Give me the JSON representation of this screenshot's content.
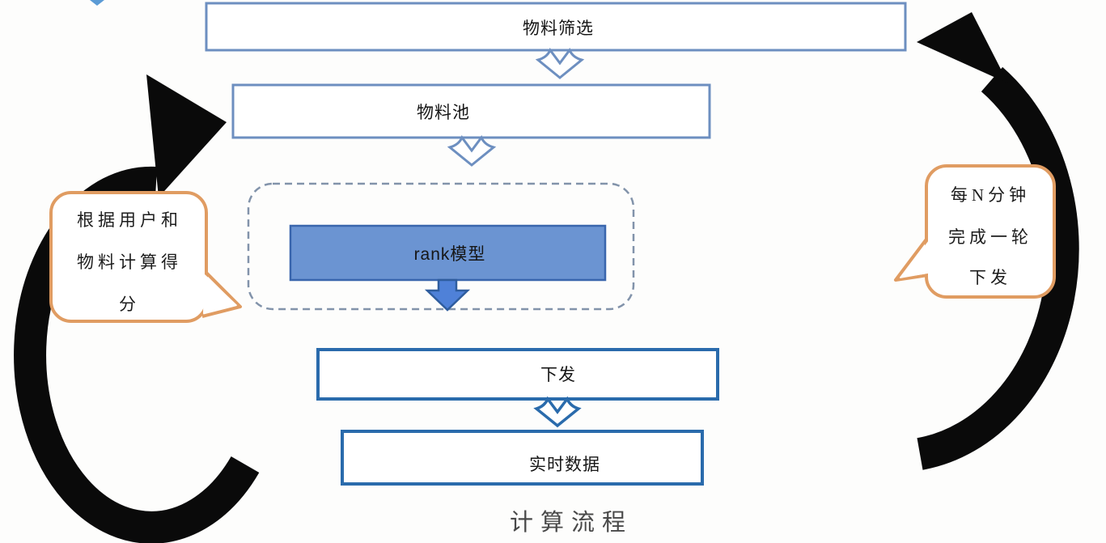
{
  "diagram": {
    "caption": "计算流程",
    "nodes": {
      "material_filter": "物料筛选",
      "material_pool": "物料池",
      "rank_model": "rank模型",
      "distribute": "下发",
      "realtime_data": "实时数据"
    },
    "bubbles": {
      "left": {
        "lines": [
          "根据用户和",
          "物料计算得",
          "分"
        ]
      },
      "right": {
        "lines": [
          "每N分钟",
          "完成一轮",
          "下发"
        ]
      }
    },
    "colors": {
      "box_border_light": "#6d8fc0",
      "box_border_strong": "#2a6bac",
      "rank_fill": "#6b94d2",
      "rank_border": "#3a66ad",
      "filled_arrow_fill": "#4f81d8",
      "filled_arrow_border": "#2f5d9e",
      "dashed_border": "#8293aa",
      "bubble_border": "#e09c62",
      "cycle_arrow": "#0a0a0a",
      "caption_color": "#494949"
    }
  }
}
